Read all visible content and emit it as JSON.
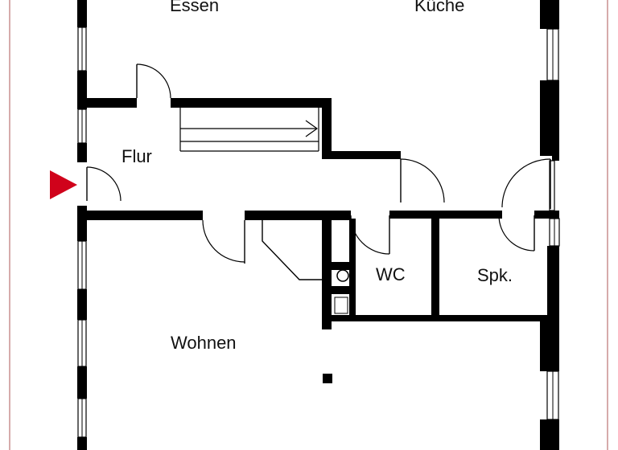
{
  "rooms": {
    "essen": "Essen",
    "kueche": "Küche",
    "flur": "Flur",
    "wc": "WC",
    "spk": "Spk.",
    "wohnen": "Wohnen"
  },
  "colors": {
    "wall": "#000000",
    "entrance_marker": "#d0021b",
    "page_border": "#c98f8f",
    "background": "#ffffff"
  },
  "icons": {
    "entrance": "red-triangle-entrance-icon"
  }
}
